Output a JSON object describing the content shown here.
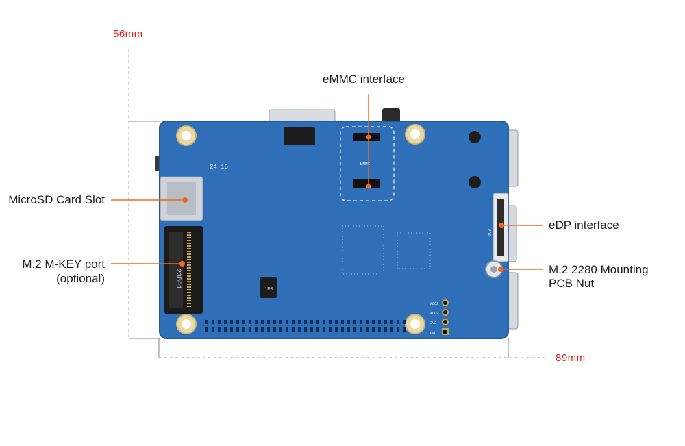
{
  "colors": {
    "accent": "#f26a1b",
    "dimension_text": "#e01e1e",
    "pcb_blue": "#2f6fb8",
    "pcb_edge": "#1f5a9c",
    "dim_line": "#b5b5b5"
  },
  "dimensions": {
    "height_label": "56mm",
    "width_label": "89mm"
  },
  "callouts": {
    "emmc": "eMMC interface",
    "microsd": "MicroSD Card Slot",
    "m2_port_line1": "M.2 M-KEY port",
    "m2_port_line2": "(optional)",
    "edp": "eDP interface",
    "nut_line1": "M.2 2280 Mounting",
    "nut_line2": "PCB Nut"
  },
  "board_silkscreen": {
    "emmc": "EMMC",
    "edp": "EDP",
    "ssd_code": "23B01",
    "ic_code": "1R0",
    "code_24": "24 15",
    "pin_labels": [
      "ADC3",
      "ADC2",
      "3V3",
      "GND"
    ]
  }
}
